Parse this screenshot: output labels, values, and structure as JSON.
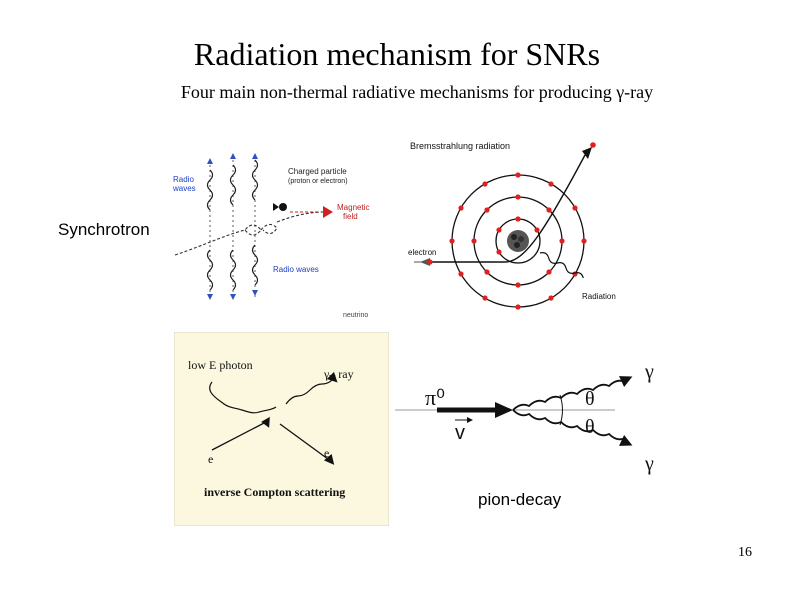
{
  "slide": {
    "title": "Radiation mechanism for SNRs",
    "subtitle": "Four main non-thermal radiative mechanisms for producing γ-ray",
    "page_number": "16"
  },
  "synchrotron": {
    "label": "Synchrotron",
    "radio_waves_top": [
      "Radio",
      "waves"
    ],
    "charged_particle": [
      "Charged particle",
      "(proton or electron)"
    ],
    "magnetic_field": [
      "Magnetic",
      "field"
    ],
    "radio_waves_bottom": "Radio waves",
    "cutoff": "neutrino"
  },
  "bremsstrahlung": {
    "title": "Bremsstrahlung radiation",
    "electron": "electron",
    "radiation": "Radiation"
  },
  "inverse_compton": {
    "low_e_photon": "low E photon",
    "gamma_ray": "γ– ray",
    "electron_left": "e",
    "electron_right": "e",
    "caption": "inverse Compton scattering"
  },
  "pion_decay": {
    "label": "pion-decay",
    "pi0": "π⁰",
    "v": "v",
    "gamma_top": "γ",
    "gamma_bottom": "γ",
    "theta_top": "θ",
    "theta_bottom": "θ"
  },
  "colors": {
    "red_dot": "#e02020",
    "ic_background": "#fbf8df"
  }
}
